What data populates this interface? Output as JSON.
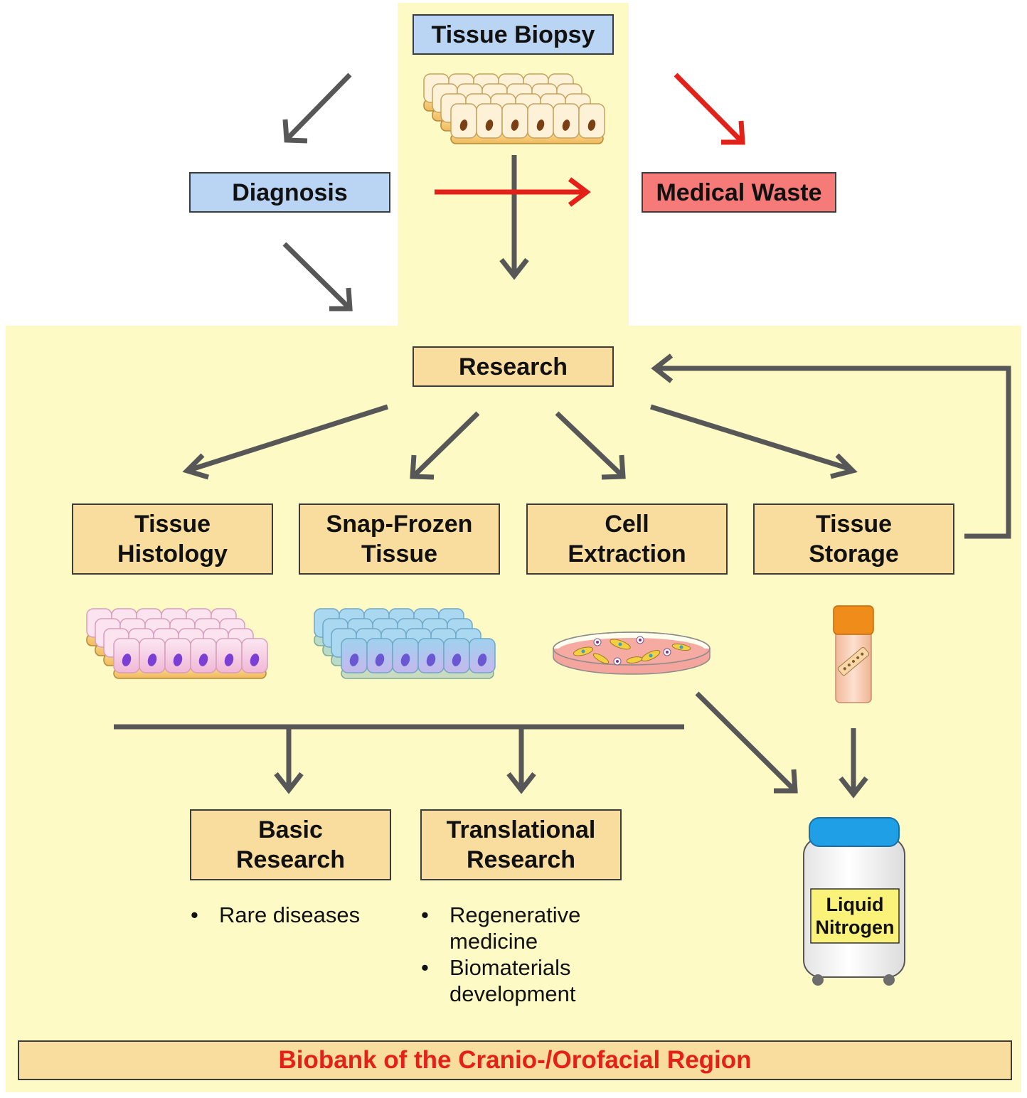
{
  "nodes": {
    "tissue_biopsy": "Tissue Biopsy",
    "diagnosis": "Diagnosis",
    "medical_waste": "Medical Waste",
    "research": "Research",
    "tissue_histology": [
      "Tissue",
      "Histology"
    ],
    "snap_frozen": [
      "Snap-Frozen",
      "Tissue"
    ],
    "cell_extraction": [
      "Cell",
      "Extraction"
    ],
    "tissue_storage": [
      "Tissue",
      "Storage"
    ],
    "basic_research": [
      "Basic",
      "Research"
    ],
    "translational_research": [
      "Translational",
      "Research"
    ],
    "liquid_nitrogen": [
      "Liquid",
      "Nitrogen"
    ]
  },
  "bullets": {
    "basic": [
      [
        "Rare diseases"
      ]
    ],
    "translational": [
      [
        "Regenerative",
        "medicine"
      ],
      [
        "Biomaterials",
        "development"
      ]
    ]
  },
  "bullet_symbol": "•",
  "banner": "Biobank of the Cranio-/Orofacial Region",
  "colors": {
    "panel": "#fdfac6",
    "box_blue": "#b9d5f3",
    "box_red": "#f57a78",
    "box_tan": "#f8dd9e",
    "arrow_gray": "#575757",
    "arrow_red": "#e32119",
    "banner_text": "#e32119"
  }
}
